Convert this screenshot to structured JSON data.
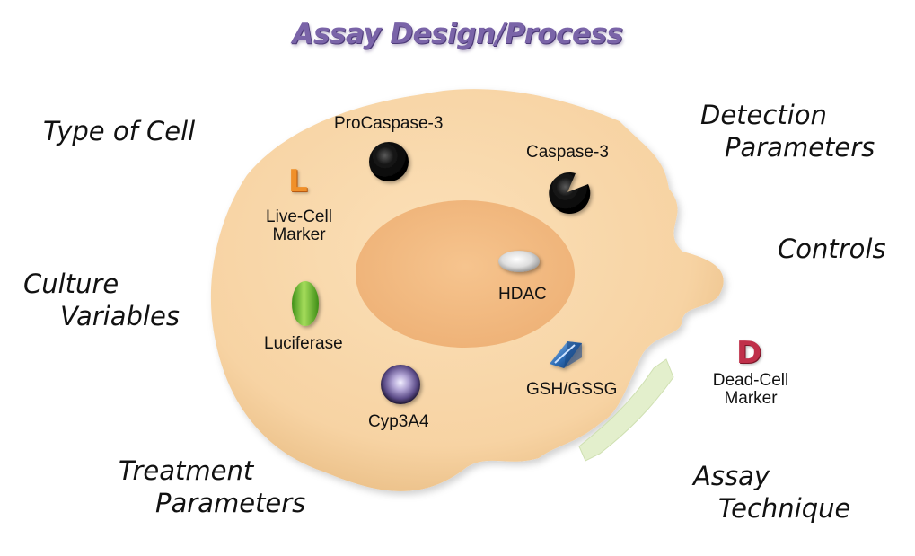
{
  "title": "Assay Design/Process",
  "outer_labels": {
    "type_of_cell": "Type of Cell",
    "culture_line1": "Culture",
    "culture_line2": "Variables",
    "treatment_line1": "Treatment",
    "treatment_line2": "Parameters",
    "detection_line1": "Detection",
    "detection_line2": "Parameters",
    "controls": "Controls",
    "assay_line1": "Assay",
    "assay_line2": "Technique"
  },
  "cell_labels": {
    "procaspase": "ProCaspase-3",
    "caspase": "Caspase-3",
    "live_cell_line1": "Live-Cell",
    "live_cell_line2": "Marker",
    "hdac": "HDAC",
    "luciferase": "Luciferase",
    "gsh": "GSH/GSSG",
    "cyp": "Cyp3A4",
    "dead_cell_line1": "Dead-Cell",
    "dead_cell_line2": "Marker"
  },
  "icons": {
    "live_cell_letter": "L",
    "dead_cell_letter": "D"
  },
  "colors": {
    "title": "#7a64a8",
    "cell_body": "#f6cf9a",
    "nucleus": "#f3bd82",
    "live_cell_marker": "#f0902a",
    "dead_cell_marker": "#c0304a",
    "luciferase": "#7cc23a",
    "membrane_break": "#dcebc4"
  }
}
